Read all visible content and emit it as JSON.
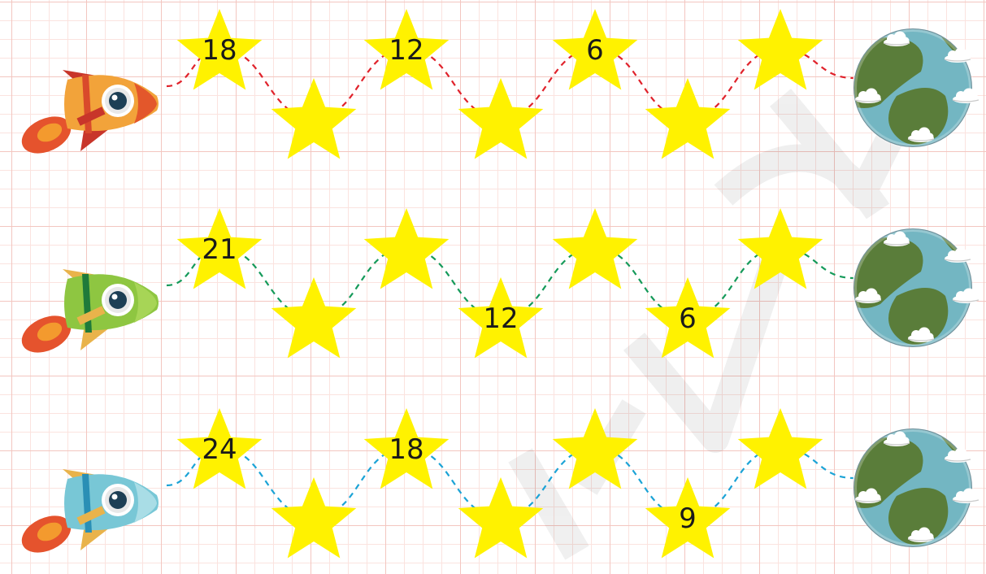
{
  "colors": {
    "star": "#fff200",
    "background": "#ffffff",
    "grid": "#f3c6c0"
  },
  "rows": [
    {
      "rocket": "orange-rocket",
      "path_color": "#e0222b",
      "stars": [
        "18",
        "",
        "12",
        "",
        "6",
        "",
        ""
      ]
    },
    {
      "rocket": "green-rocket",
      "path_color": "#159a5a",
      "stars": [
        "21",
        "",
        "",
        "12",
        "",
        "6",
        ""
      ]
    },
    {
      "rocket": "blue-rocket",
      "path_color": "#1ba3d6",
      "stars": [
        "24",
        "",
        "18",
        "",
        "",
        "9",
        ""
      ]
    }
  ],
  "destination_icon": "earth-planet-icon"
}
